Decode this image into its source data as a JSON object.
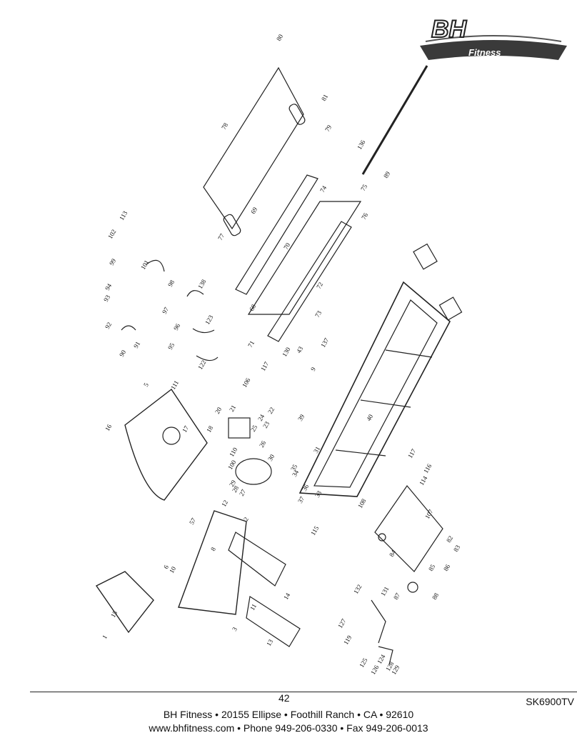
{
  "brand": {
    "logo_mark": "BH",
    "logo_sub": "Fitness"
  },
  "callouts": [
    "80",
    "81",
    "79",
    "78",
    "136",
    "89",
    "77",
    "69",
    "74",
    "75",
    "76",
    "70",
    "72",
    "113",
    "102",
    "99",
    "101",
    "94",
    "93",
    "98",
    "138",
    "97",
    "92",
    "123",
    "96",
    "91",
    "90",
    "95",
    "122",
    "71",
    "68",
    "73",
    "137",
    "106",
    "117",
    "43",
    "5",
    "111",
    "16",
    "21",
    "20",
    "22",
    "24",
    "25",
    "18",
    "17",
    "110",
    "100",
    "29",
    "28",
    "27",
    "30",
    "26",
    "23",
    "34",
    "35",
    "36",
    "37",
    "33",
    "31",
    "39",
    "40",
    "9",
    "117",
    "116",
    "114",
    "115",
    "108",
    "107",
    "82",
    "83",
    "86",
    "85",
    "84",
    "87",
    "88",
    "57",
    "6",
    "8",
    "10",
    "12",
    "15",
    "1",
    "2",
    "3",
    "11",
    "13",
    "14",
    "119",
    "132",
    "131",
    "127",
    "125",
    "126",
    "124",
    "128",
    "129",
    "130"
  ],
  "footer": {
    "page_number": "42",
    "model": "SK6900TV",
    "address_line": "BH Fitness  •  20155 Ellipse  •  Foothill Ranch  •  CA  •  92610",
    "contact_line": "www.bhfitness.com  •  Phone 949-206-0330  •  Fax 949-206-0013"
  }
}
